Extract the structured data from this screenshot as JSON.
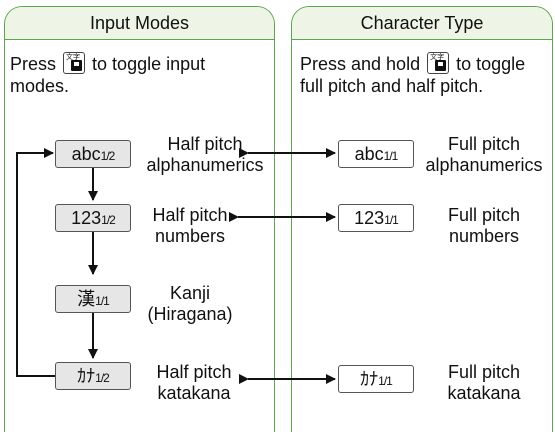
{
  "input_modes": {
    "header": "Input Modes",
    "desc_part1": "Press",
    "desc_part2": "to toggle input",
    "desc_line2": "modes.",
    "key_icon": "mode-key-icon",
    "modes": [
      {
        "main": "abc",
        "frac": "1/2",
        "label1": "Half pitch",
        "label2": "alphanumerics"
      },
      {
        "main": "123",
        "frac": "1/2",
        "label1": "Half pitch",
        "label2": "numbers"
      },
      {
        "main": "漢",
        "frac": "1/1",
        "label1": "Kanji",
        "label2": "(Hiragana)"
      },
      {
        "main": "ｶﾅ",
        "frac": "1/2",
        "label1": "Half pitch",
        "label2": "katakana"
      }
    ]
  },
  "character_type": {
    "header": "Character Type",
    "desc_part1": "Press and hold",
    "desc_part2": "to toggle",
    "desc_line2": "full pitch and half pitch.",
    "modes": [
      {
        "main": "abc",
        "frac": "1/1",
        "label1": "Full pitch",
        "label2": "alphanumerics"
      },
      {
        "main": "123",
        "frac": "1/1",
        "label1": "Full pitch",
        "label2": "numbers"
      },
      {
        "main": "ｶﾅ",
        "frac": "1/1",
        "label1": "Full pitch",
        "label2": "katakana"
      }
    ]
  },
  "colors": {
    "panel_border": "#5aa64a",
    "header_bg": "#eef5e6",
    "mode_box_bg": "#e6e6e6"
  }
}
